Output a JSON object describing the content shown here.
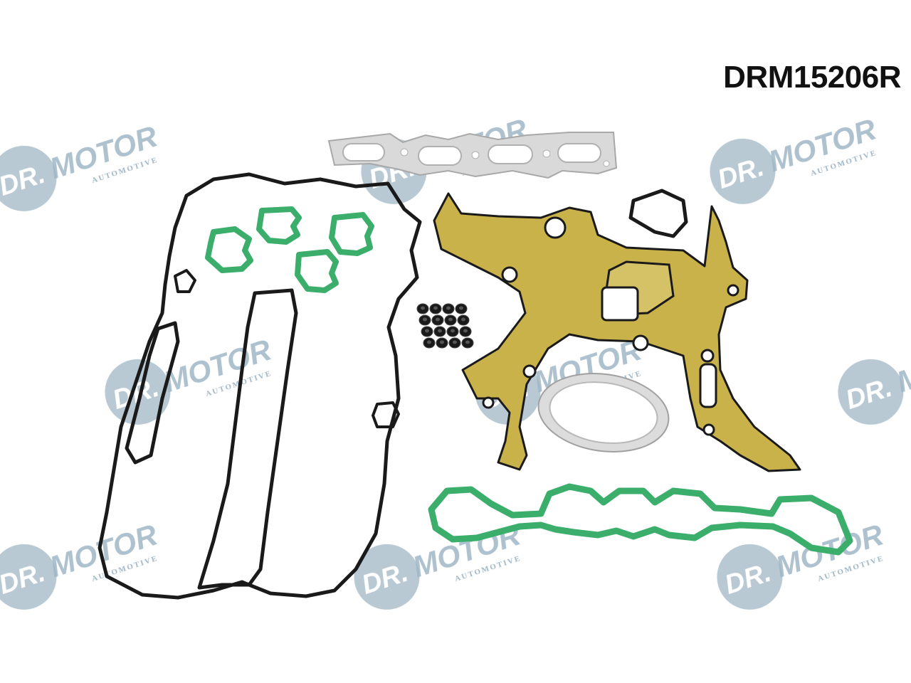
{
  "product": {
    "part_code": "DRM15206R"
  },
  "watermark": {
    "brand_prefix": "DR.",
    "brand_main": "MOTOR",
    "brand_sub": "AUTOMOTIVE",
    "colors": {
      "badge": "#8fa9bb",
      "text": "#8fa9bb"
    }
  },
  "gasket_colors": {
    "rubber_black": "#1a1a1a",
    "rubber_green": "#3cae6c",
    "metal_gold": "#c9b24a",
    "metal_silver": "#c8c8c8"
  },
  "items": [
    {
      "name": "valve-cover-gasket",
      "color": "rubber_black"
    },
    {
      "name": "intake-port-seals",
      "color": "rubber_green",
      "count": 4
    },
    {
      "name": "valve-stem-seals",
      "color": "rubber_black",
      "count": 16
    },
    {
      "name": "exhaust-manifold-gasket",
      "color": "metal_silver"
    },
    {
      "name": "timing-cover-gasket",
      "color": "metal_gold"
    },
    {
      "name": "water-pump-o-ring",
      "color": "rubber_black"
    },
    {
      "name": "round-flange-gasket",
      "color": "metal_silver"
    },
    {
      "name": "intake-manifold-gasket",
      "color": "rubber_green"
    }
  ]
}
